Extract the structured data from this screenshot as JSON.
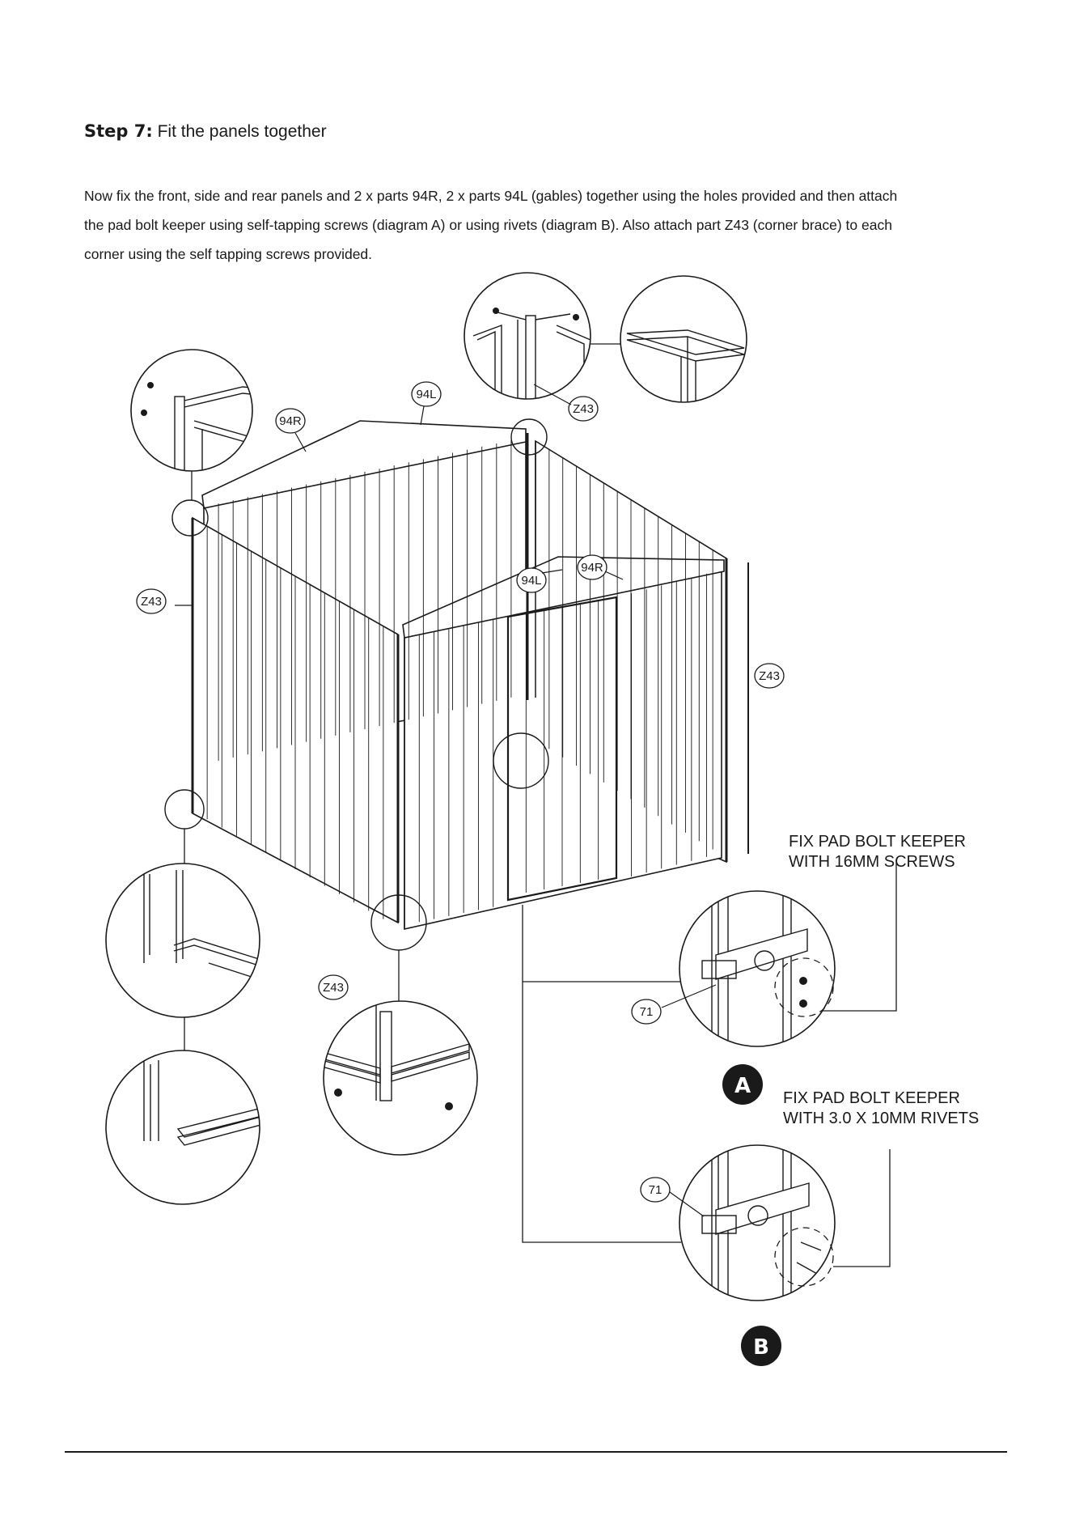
{
  "step": {
    "number_label": "Step 7:",
    "title": "Fit the panels together"
  },
  "instructions": [
    "Now fix the front, side and rear panels and 2 x parts 94R, 2 x parts 94L (gables) together using the holes provided and then attach",
    "the pad bolt keeper using self-tapping screws (diagram A) or using rivets (diagram B). Also attach part Z43 (corner brace) to each",
    "corner using the self tapping screws provided."
  ],
  "part_labels": {
    "gable_left_rear": "94L",
    "gable_right_rear": "94R",
    "gable_left_front": "94L",
    "gable_right_front": "94R",
    "corner_brace_top": "Z43",
    "corner_brace_left": "Z43",
    "corner_brace_right": "Z43",
    "corner_brace_bottom": "Z43",
    "pad_bolt_a": "71",
    "pad_bolt_b": "71"
  },
  "notes": {
    "a_line1": "FIX PAD BOLT KEEPER",
    "a_line2": "WITH 16MM SCREWS",
    "b_line1": "FIX PAD BOLT KEEPER",
    "b_line2": "WITH 3.0 X 10MM RIVETS"
  },
  "badges": {
    "diagram_a": "A",
    "diagram_b": "B"
  }
}
